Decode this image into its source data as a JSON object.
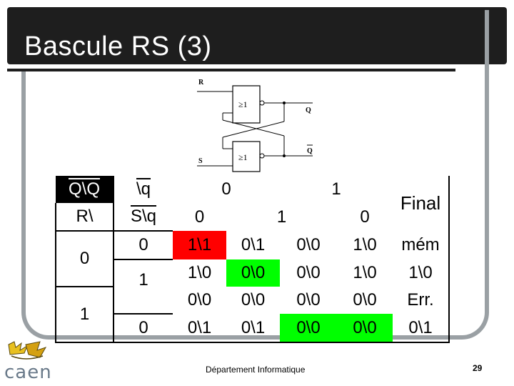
{
  "slide": {
    "title": "Bascule RS (3)",
    "footer": "Département Informatique",
    "page_number": "29",
    "logo_text": "caen"
  },
  "diagram": {
    "input_r": "R",
    "input_s": "S",
    "output_q": "Q",
    "output_qbar": "Q",
    "gate_top": "≥1",
    "gate_bottom": "≥1"
  },
  "table": {
    "header1": [
      "Q\\Q",
      "\\q",
      "0",
      "1",
      "Final"
    ],
    "header2": [
      "R\\",
      "S\\q",
      "0",
      "1",
      "0"
    ],
    "r_values": [
      "0",
      "1"
    ],
    "s_values": [
      "0",
      "1",
      "0"
    ],
    "rows": [
      [
        "1\\1",
        "0\\1",
        "0\\0",
        "1\\0",
        "mém"
      ],
      [
        "1\\0",
        "0\\0",
        "0\\0",
        "1\\0",
        "1\\0"
      ],
      [
        "0\\0",
        "0\\0",
        "0\\0",
        "0\\0",
        "Err."
      ],
      [
        "0\\1",
        "0\\1",
        "0\\0",
        "0\\0",
        "0\\1"
      ]
    ]
  },
  "colors": {
    "title_bg": "#1e1e1e",
    "frame": "#9aa0a4",
    "highlight_red": "#ff0000",
    "highlight_green": "#00ff00"
  }
}
